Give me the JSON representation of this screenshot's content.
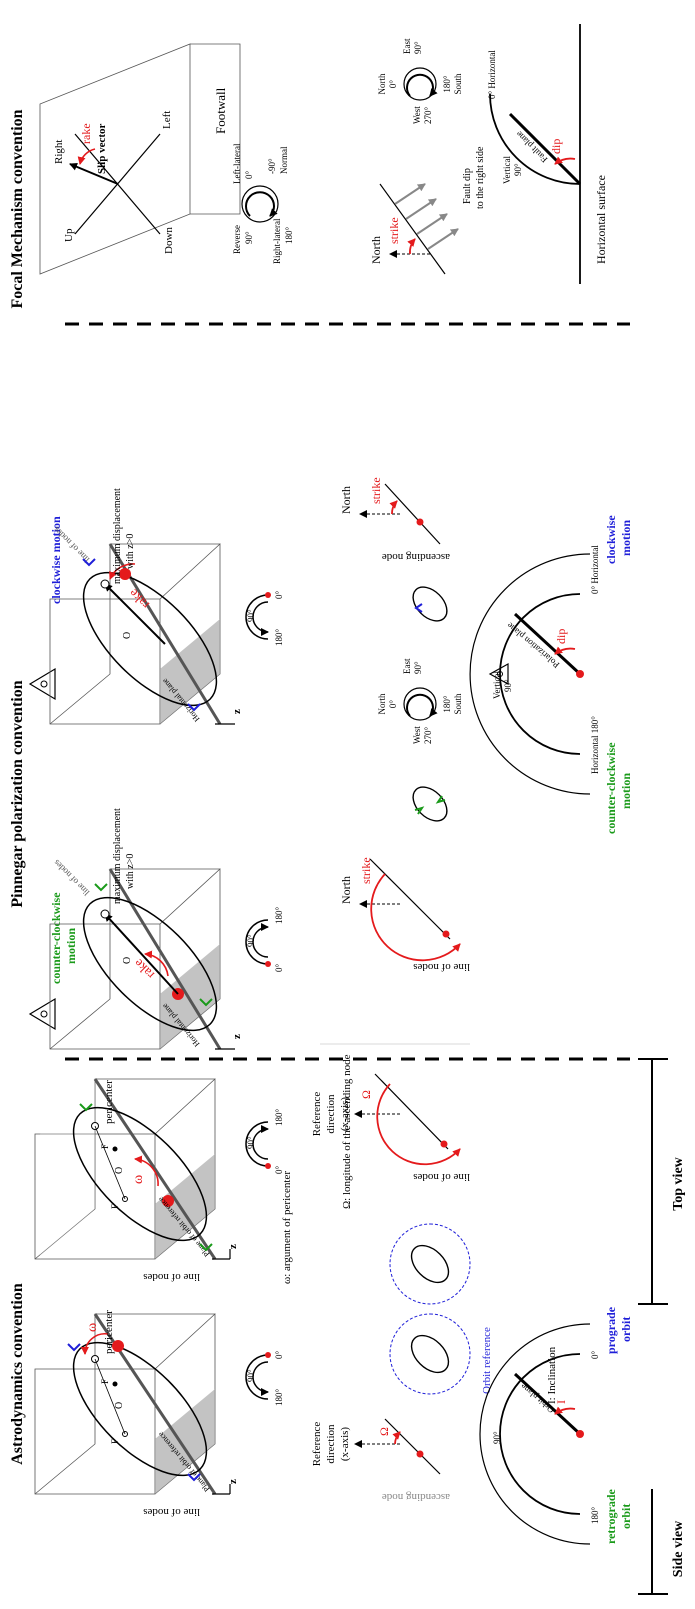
{
  "sections": {
    "astro": "Astrodynamics convention",
    "pinnegar": "Pinnegar polarization convention",
    "focal": "Focal Mechanism convention"
  },
  "rows": {
    "top": "Top view",
    "side": "Side view"
  },
  "astro": {
    "line_of_nodes": "line of nodes",
    "pericenter": "pericenter",
    "plane_ref": "Plane of orbit reference",
    "o_label": "O",
    "f_label": "F",
    "fprime_label": "F'",
    "z_label": "z",
    "omega": "ω",
    "omega_caption": "ω: argument of pericenter",
    "Omega": "Ω",
    "Omega_caption": "Ω: longitude of the ascending node",
    "orbit_ref": "Orbit reference",
    "ref_dir_1": "Reference",
    "ref_dir_2": "direction",
    "ref_dir_3": "(x-axis)",
    "ascending_node": "ascending node",
    "inclination": "I: Inclination",
    "I": "I",
    "orbit_plane": "Orbit plane",
    "deg0": "0°",
    "deg90": "90°",
    "deg180": "180°",
    "retrograde_1": "retrograde",
    "retrograde_2": "orbit",
    "prograde_1": "prograde",
    "prograde_2": "orbit"
  },
  "pinnegar": {
    "ccw_1": "counter-clockwise",
    "ccw_2": "motion",
    "cw_1": "clockwise motion",
    "line_of_nodes": "line of nodes",
    "horizontal_plane": "Horizontal plane",
    "rake": "rake",
    "max_1": "maximum displacement",
    "max_2": "with z>0",
    "o_label": "O",
    "z_label": "z",
    "north": "North",
    "strike": "strike",
    "line_of_nodes_b": "line of nodes",
    "ascending_node": "ascending node",
    "compass_n": "North",
    "compass_n0": "0°",
    "compass_e": "East",
    "compass_e90": "90°",
    "compass_s": "South",
    "compass_s180": "180°",
    "compass_w": "West",
    "compass_w270": "270°",
    "polarization_plane": "Polarization plane",
    "dip": "dip",
    "horizontal_180": "Horizontal 180°",
    "horizontal_0": "0° Horizontal",
    "vertical": "Vertical",
    "vertical_90": "90°",
    "ccw_motion_1": "counter-clockwise",
    "ccw_motion_2": "motion",
    "cw_motion_1": "clockwise",
    "cw_motion_2": "motion",
    "deg0": "0°",
    "deg90": "90°",
    "deg180": "180°"
  },
  "focal": {
    "up": "Up",
    "left": "Left",
    "right": "Right",
    "down": "Down",
    "slip_vector": "Slip vector",
    "rake": "rake",
    "footwall": "Footwall",
    "reverse": "Reverse",
    "reverse_90": "90°",
    "left_lateral": "Left-lateral",
    "ll_0": "0°",
    "normal_m90": "-90°",
    "normal": "Normal",
    "right_lateral": "Right-lateral",
    "rl_180": "180°",
    "north": "North",
    "strike": "strike",
    "fault_dip_1": "Fault dip",
    "fault_dip_2": "to the right side",
    "compass_n": "North",
    "compass_n0": "0°",
    "compass_e": "East",
    "compass_e90": "90°",
    "compass_s": "South",
    "compass_s180": "180°",
    "compass_w": "West",
    "compass_w270": "270°",
    "horizontal_surface": "Horizontal surface",
    "horizontal_0": "0° Horizontal",
    "dip": "dip",
    "fault_plane": "Fault plane",
    "vertical": "Vertical",
    "vertical_90": "90°"
  },
  "colors": {
    "red": "#e41a1c",
    "green": "#1a9a1a",
    "blue": "#1f1fd8",
    "gray_plane": "#a9a9a9",
    "gray_light": "#d9d9d9"
  }
}
